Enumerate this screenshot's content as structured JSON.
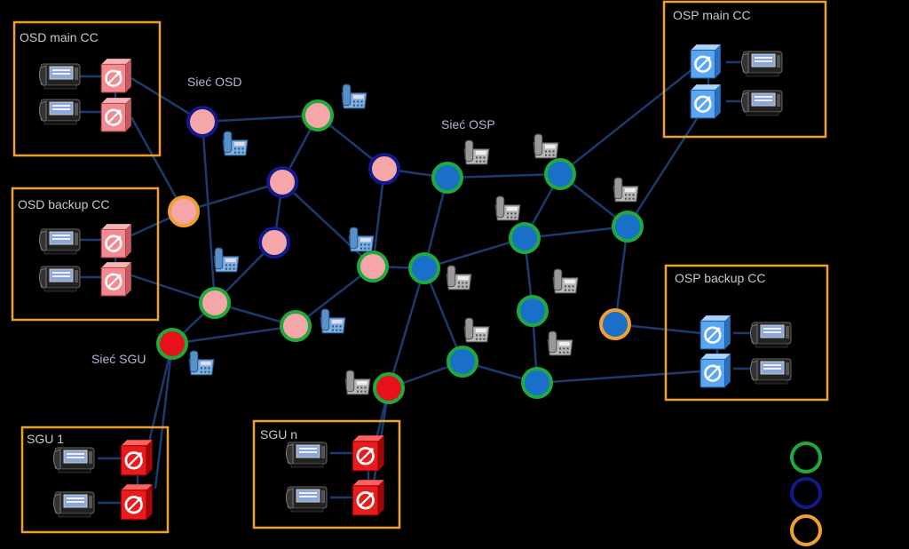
{
  "boxes": {
    "osd_main": "OSD main CC",
    "osd_backup": "OSD backup CC",
    "osp_main": "OSP main CC",
    "osp_backup": "OSP backup CC",
    "sgu_1": "SGU 1",
    "sgu_n": "SGU n"
  },
  "networks": {
    "osd": "Sieć OSD",
    "osp": "Sieć OSP",
    "sgu": "Sieć SGU"
  },
  "colors": {
    "background": "#000000",
    "box_border": "#f0a030",
    "osd_node_fill": "#f4a6a8",
    "osp_node_fill": "#1a6fc8",
    "sgu_node_fill": "#e8101a",
    "ring_green": "#1faa3c",
    "ring_blue": "#101a8a",
    "ring_orange": "#f0a030",
    "link": "#1c3a70",
    "osd_server": "#f28a90",
    "osp_server": "#5aa6f0",
    "sgu_server": "#e81c1c"
  },
  "icons": {
    "server": "call-controller-server-icon",
    "phone": "desk-phone-icon",
    "ip_phone": "ip-phone-icon"
  }
}
